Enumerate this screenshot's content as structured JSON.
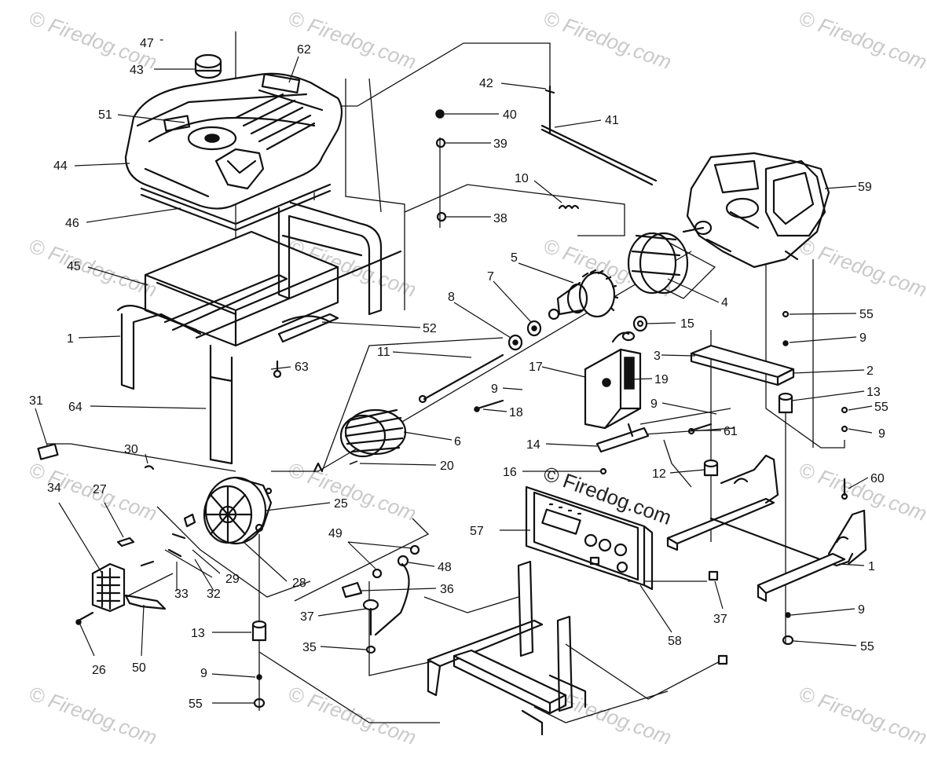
{
  "watermark": {
    "text": "© Firedog.com",
    "center_text": "© Firedog.com"
  },
  "callouts": [
    {
      "id": "c47",
      "label": "47"
    },
    {
      "id": "c43",
      "label": "43"
    },
    {
      "id": "c62",
      "label": "62"
    },
    {
      "id": "c51",
      "label": "51"
    },
    {
      "id": "c44",
      "label": "44"
    },
    {
      "id": "c46",
      "label": "46"
    },
    {
      "id": "c45",
      "label": "45"
    },
    {
      "id": "c1a",
      "label": "1"
    },
    {
      "id": "c52",
      "label": "52"
    },
    {
      "id": "c63",
      "label": "63"
    },
    {
      "id": "c64",
      "label": "64"
    },
    {
      "id": "c31",
      "label": "31"
    },
    {
      "id": "c30",
      "label": "30"
    },
    {
      "id": "c34",
      "label": "34"
    },
    {
      "id": "c27",
      "label": "27"
    },
    {
      "id": "c25",
      "label": "25"
    },
    {
      "id": "c29",
      "label": "29"
    },
    {
      "id": "c28",
      "label": "28"
    },
    {
      "id": "c33",
      "label": "33"
    },
    {
      "id": "c32",
      "label": "32"
    },
    {
      "id": "c26",
      "label": "26"
    },
    {
      "id": "c50",
      "label": "50"
    },
    {
      "id": "c13a",
      "label": "13"
    },
    {
      "id": "c9a",
      "label": "9"
    },
    {
      "id": "c55a",
      "label": "55"
    },
    {
      "id": "c42",
      "label": "42"
    },
    {
      "id": "c40",
      "label": "40"
    },
    {
      "id": "c41",
      "label": "41"
    },
    {
      "id": "c39",
      "label": "39"
    },
    {
      "id": "c10",
      "label": "10"
    },
    {
      "id": "c38",
      "label": "38"
    },
    {
      "id": "c59",
      "label": "59"
    },
    {
      "id": "c5",
      "label": "5"
    },
    {
      "id": "c7",
      "label": "7"
    },
    {
      "id": "c8",
      "label": "8"
    },
    {
      "id": "c4",
      "label": "4"
    },
    {
      "id": "c15",
      "label": "15"
    },
    {
      "id": "c11",
      "label": "11"
    },
    {
      "id": "c17",
      "label": "17"
    },
    {
      "id": "c19",
      "label": "19"
    },
    {
      "id": "c9b",
      "label": "9"
    },
    {
      "id": "c18",
      "label": "18"
    },
    {
      "id": "c6",
      "label": "6"
    },
    {
      "id": "c20",
      "label": "20"
    },
    {
      "id": "c14",
      "label": "14"
    },
    {
      "id": "c16",
      "label": "16"
    },
    {
      "id": "c9c",
      "label": "9"
    },
    {
      "id": "c61",
      "label": "61"
    },
    {
      "id": "c3",
      "label": "3"
    },
    {
      "id": "c2",
      "label": "2"
    },
    {
      "id": "c13b",
      "label": "13"
    },
    {
      "id": "c55b",
      "label": "55"
    },
    {
      "id": "c9d",
      "label": "9"
    },
    {
      "id": "c55c",
      "label": "55"
    },
    {
      "id": "c9e",
      "label": "9"
    },
    {
      "id": "c12",
      "label": "12"
    },
    {
      "id": "c60",
      "label": "60"
    },
    {
      "id": "c57",
      "label": "57"
    },
    {
      "id": "c49",
      "label": "49"
    },
    {
      "id": "c48",
      "label": "48"
    },
    {
      "id": "c36",
      "label": "36"
    },
    {
      "id": "c37a",
      "label": "37"
    },
    {
      "id": "c35",
      "label": "35"
    },
    {
      "id": "c58",
      "label": "58"
    },
    {
      "id": "c37b",
      "label": "37"
    },
    {
      "id": "c1b",
      "label": "1"
    },
    {
      "id": "c9f",
      "label": "9"
    },
    {
      "id": "c55d",
      "label": "55"
    }
  ]
}
